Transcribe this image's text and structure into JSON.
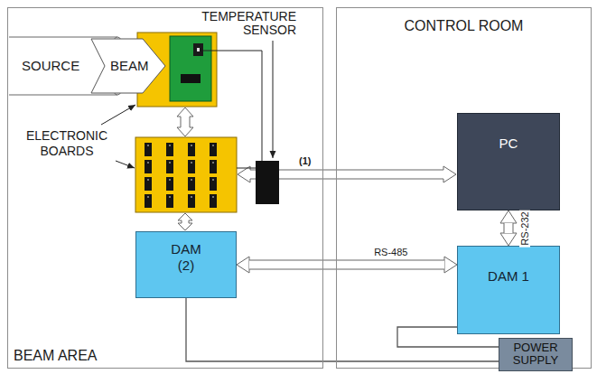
{
  "diagram": {
    "nodes": [
      {
        "text": [
          "BEAM AREA"
        ]
      },
      {
        "text": [
          "SOURCE"
        ],
        "in": 0
      },
      {
        "text": [
          "BEAM"
        ],
        "in": 0
      },
      {
        "text": [
          "DAM (2)"
        ],
        "in": 0
      },
      {
        "text": [
          "CONTROL ROOM"
        ]
      },
      {
        "text": [
          "PC"
        ],
        "in": 4
      },
      {
        "text": [
          "DAM 1"
        ],
        "in": 4
      },
      {
        "text": [
          "POWER SUPPLY"
        ],
        "in": 4
      }
    ],
    "edges": [
      {
        "from": 3,
        "to": 6,
        "arrow": "both",
        "label": "RS-485"
      },
      {
        "from": 5,
        "to": 6,
        "arrow": "both",
        "label": "RS-232"
      },
      {
        "from": 7,
        "to": 3,
        "arrow": "none"
      },
      {
        "from": 7,
        "to": 6,
        "arrow": "none"
      }
    ],
    "labels": [
      "TEMPERATURE SENSOR",
      "ELECTRONIC BOARDS",
      "(1)"
    ]
  }
}
